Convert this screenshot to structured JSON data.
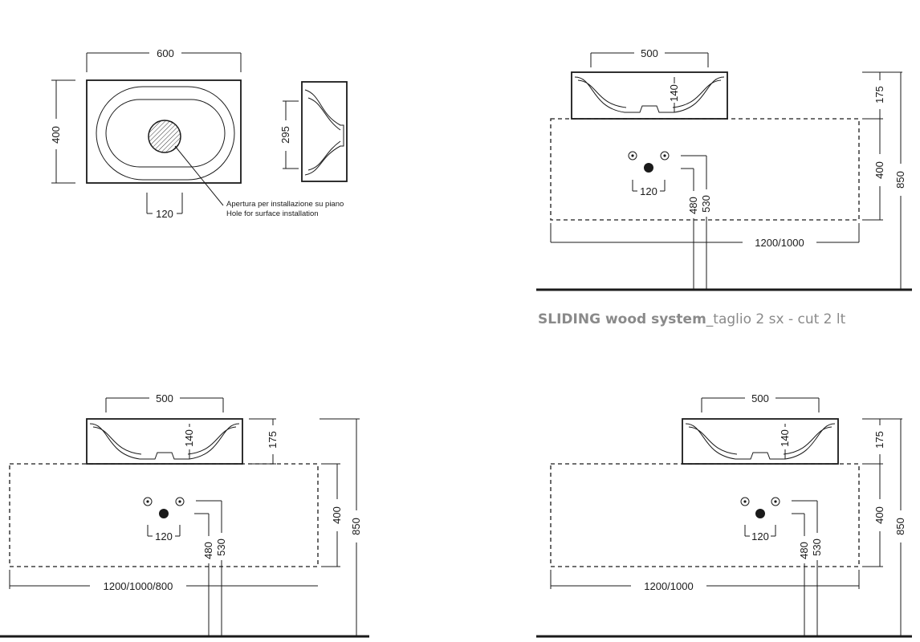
{
  "top_view": {
    "width": "600",
    "depth": "400",
    "waste_offset": "120",
    "note_it": "Apertura per installazione su piano",
    "note_en": "Hole for surface installation"
  },
  "side_view": {
    "depth": "295"
  },
  "view_cut2": {
    "caption": "SLIDING wood system_taglio 2 sx - cut 2 lt",
    "caption_bold": "SLIDING wood system",
    "caption_rest": "_taglio 2 sx - cut 2 lt",
    "basin_width": "500",
    "basin_inner_height": "140",
    "basin_height": "175",
    "cabinet_height": "400",
    "total_height": "850",
    "tap_spacing": "120",
    "pipe_h1": "480",
    "pipe_h2": "530",
    "cabinet_width": "1200/1000"
  },
  "view_left": {
    "basin_width": "500",
    "basin_inner_height": "140",
    "basin_height": "175",
    "cabinet_height": "400",
    "total_height": "850",
    "tap_spacing": "120",
    "pipe_h1": "480",
    "pipe_h2": "530",
    "cabinet_width": "1200/1000/800"
  },
  "view_right": {
    "basin_width": "500",
    "basin_inner_height": "140",
    "basin_height": "175",
    "cabinet_height": "400",
    "total_height": "850",
    "tap_spacing": "120",
    "pipe_h1": "480",
    "pipe_h2": "530",
    "cabinet_width": "1200/1000"
  }
}
